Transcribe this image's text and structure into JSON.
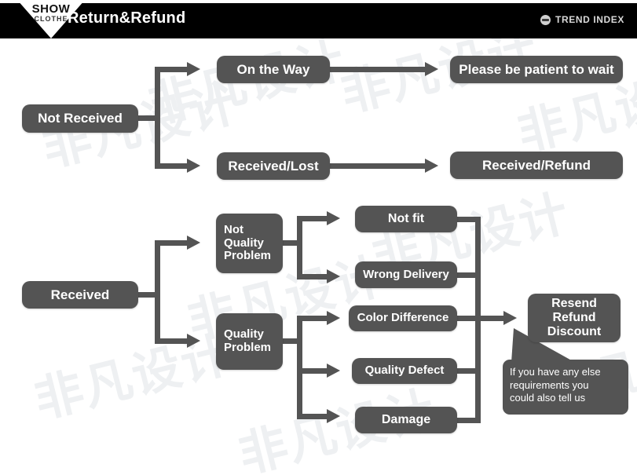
{
  "header": {
    "title": "Return&Refund",
    "logo": {
      "line1": "SHOW",
      "line2": "CLOTHE"
    },
    "brand": {
      "label": "TREND INDEX",
      "icon": "globe-icon"
    },
    "background": "#000000",
    "text_color": "#ffffff"
  },
  "theme": {
    "node_fill": "#545454",
    "node_text": "#ffffff",
    "connector": "#545454",
    "page_background": "#ffffff",
    "watermark_color": "#eef0f2"
  },
  "watermark": {
    "text": "非凡设计"
  },
  "flow": {
    "branch_not_received": {
      "root": "Not Received",
      "children": [
        {
          "label": "On the Way",
          "result": "Please be patient to wait"
        },
        {
          "label": "Received/Lost",
          "result": "Received/Refund"
        }
      ]
    },
    "branch_received": {
      "root": "Received",
      "categories": [
        {
          "label": "Not\nQuality\nProblem",
          "reasons": [
            "Not fit",
            "Wrong Delivery"
          ]
        },
        {
          "label": "Quality\nProblem",
          "reasons": [
            "Color Difference",
            "Quality Defect",
            "Damage"
          ]
        }
      ],
      "outcome": "Resend\nRefund\nDiscount",
      "note": "If you have any else requirements you could also tell us"
    }
  },
  "nodes": {
    "not_received": "Not Received",
    "on_the_way": "On the Way",
    "please_wait": "Please be patient to wait",
    "received_lost": "Received/Lost",
    "received_refund": "Received/Refund",
    "received": "Received",
    "not_quality_problem_l1": "Not",
    "not_quality_problem_l2": "Quality",
    "not_quality_problem_l3": "Problem",
    "quality_problem_l1": "Quality",
    "quality_problem_l2": "Problem",
    "not_fit": "Not fit",
    "wrong_delivery": "Wrong Delivery",
    "color_difference": "Color Difference",
    "quality_defect": "Quality Defect",
    "damage": "Damage",
    "resend_l1": "Resend",
    "resend_l2": "Refund",
    "resend_l3": "Discount",
    "note_l1": "If you have any else",
    "note_l2": "requirements you",
    "note_l3": "could also tell us"
  }
}
